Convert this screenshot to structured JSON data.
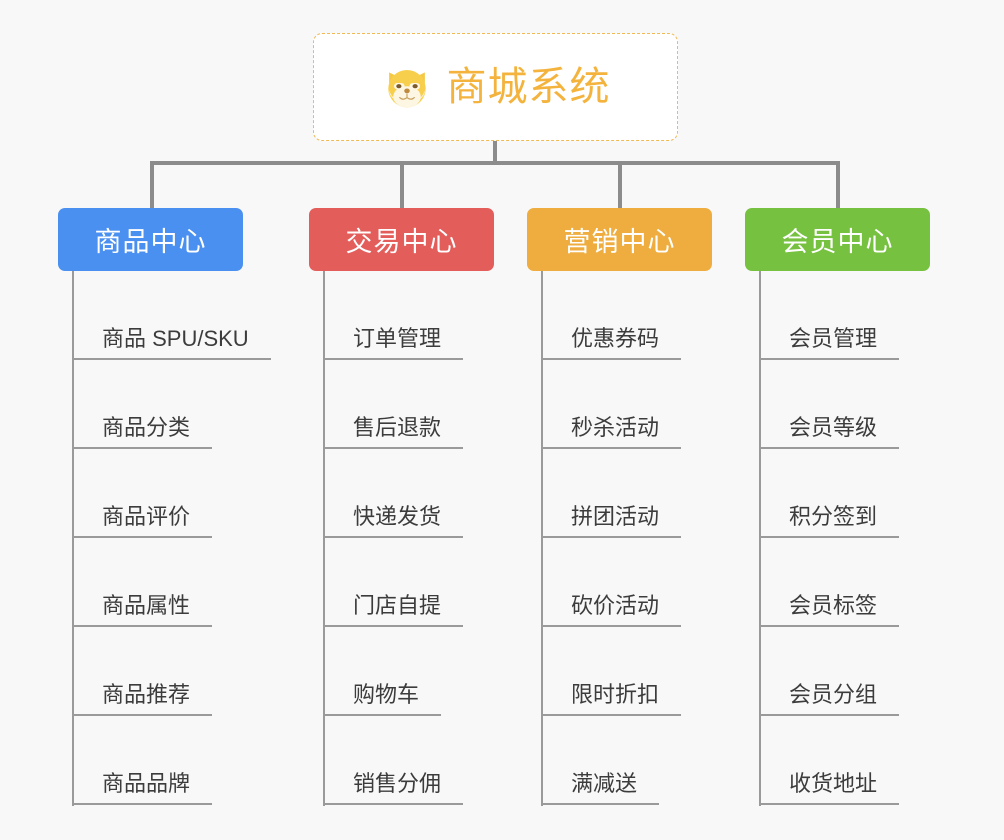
{
  "page": {
    "background_color": "#f8f8f8",
    "type": "org-chart"
  },
  "root": {
    "title": "商城系统",
    "icon": "shiba-dog-icon",
    "text_color": "#f3b33d",
    "border_color": "#f0b952",
    "background_color": "#ffffff"
  },
  "connector": {
    "color": "#8c8c8c"
  },
  "columns": [
    {
      "title": "商品中心",
      "color": "#4a90f0",
      "items": [
        "商品 SPU/SKU",
        "商品分类",
        "商品评价",
        "商品属性",
        "商品推荐",
        "商品品牌"
      ]
    },
    {
      "title": "交易中心",
      "color": "#e35d5b",
      "items": [
        "订单管理",
        "售后退款",
        "快递发货",
        "门店自提",
        "购物车",
        "销售分佣"
      ]
    },
    {
      "title": "营销中心",
      "color": "#eead3e",
      "items": [
        "优惠券码",
        "秒杀活动",
        "拼团活动",
        "砍价活动",
        "限时折扣",
        "满减送"
      ]
    },
    {
      "title": "会员中心",
      "color": "#76c13f",
      "items": [
        "会员管理",
        "会员等级",
        "积分签到",
        "会员标签",
        "会员分组",
        "收货地址"
      ]
    }
  ]
}
